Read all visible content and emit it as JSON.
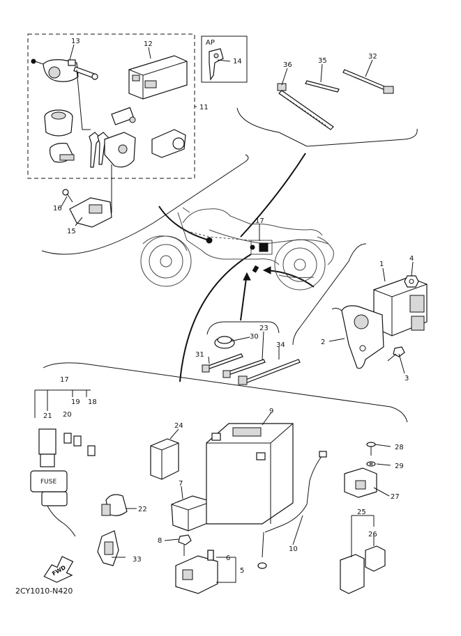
{
  "diagram": {
    "code": "2CY1010-N420",
    "fwd_label": "FWD",
    "fuse_text": "FUSE",
    "ap_label": "AP",
    "callouts": [
      "1",
      "2",
      "3",
      "4",
      "5",
      "6",
      "7",
      "8",
      "9",
      "10",
      "11",
      "12",
      "13",
      "14",
      "15",
      "16",
      "17",
      "18",
      "19",
      "20",
      "21",
      "22",
      "23",
      "24",
      "25",
      "26",
      "27",
      "28",
      "29",
      "30",
      "31",
      "32",
      "33",
      "34",
      "35",
      "36"
    ]
  }
}
